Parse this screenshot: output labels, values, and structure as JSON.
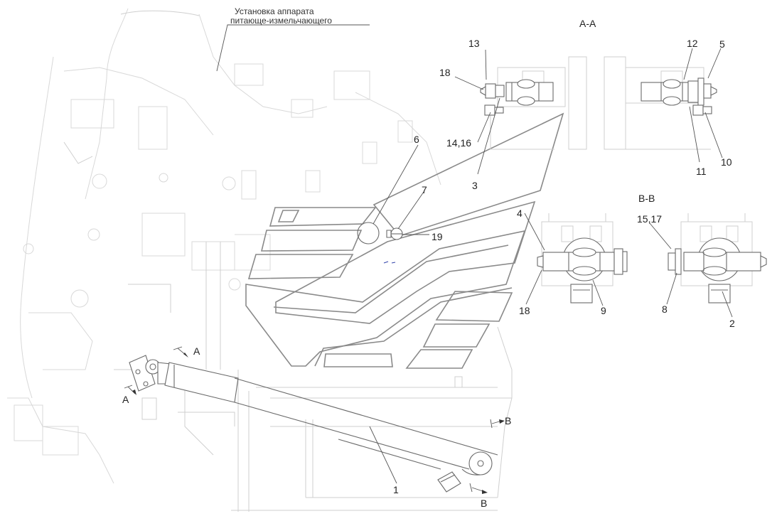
{
  "title": {
    "line1": "Установка аппарата",
    "line2": "питающе-измельчающего"
  },
  "sections": {
    "aa": "А-А",
    "bb": "В-В"
  },
  "cut_marks": {
    "a": "А",
    "b": "В"
  },
  "callouts": {
    "c1": "1",
    "c2": "2",
    "c3": "3",
    "c4": "4",
    "c5": "5",
    "c6": "6",
    "c7": "7",
    "c8": "8",
    "c9": "9",
    "c10": "10",
    "c11": "11",
    "c12": "12",
    "c13": "13",
    "c14_16": "14,16",
    "c15_17": "15,17",
    "c18a": "18",
    "c18b": "18",
    "c19": "19"
  },
  "colors": {
    "background": "#ffffff",
    "faint_lines": "#d8d8d8",
    "logo_lines": "#8a8a8a",
    "part_lines": "#6a6a6a",
    "text": "#222222"
  }
}
